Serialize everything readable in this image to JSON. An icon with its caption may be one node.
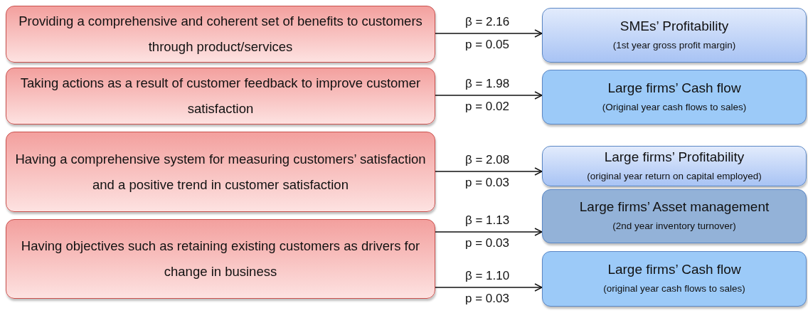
{
  "diagram": {
    "nodes": [
      {
        "text": [
          "Providing a comprehensive and coherent set of benefits to customers through product/services"
        ]
      },
      {
        "text": [
          "Taking actions as a result of customer feedback to improve customer satisfaction"
        ]
      },
      {
        "text": [
          "Having a comprehensive system for measuring customers’ satisfaction and a positive trend in customer satisfaction"
        ]
      },
      {
        "text": [
          "Having objectives such as retaining existing customers as drivers for change in business"
        ]
      },
      {
        "text": [
          "SMEs’ Profitability",
          "(1st year gross profit margin)"
        ]
      },
      {
        "text": [
          "Large firms’ Cash flow",
          "(Original year cash flows to sales)"
        ]
      },
      {
        "text": [
          "Large firms’ Profitability",
          "(original year return on capital employed)"
        ]
      },
      {
        "text": [
          "Large firms’ Asset management",
          "(2nd year inventory turnover)"
        ]
      },
      {
        "text": [
          "Large firms’ Cash flow",
          "(original year cash flows to sales)"
        ]
      }
    ],
    "edges": [
      {
        "from": 0,
        "to": 4,
        "arrow": "to",
        "label": "β = 2.16 p = 0.05"
      },
      {
        "from": 1,
        "to": 5,
        "arrow": "to",
        "label": "β = 1.98 p = 0.02"
      },
      {
        "from": 2,
        "to": 6,
        "arrow": "to",
        "label": "β = 2.08 p = 0.03"
      },
      {
        "from": 3,
        "to": 7,
        "arrow": "to",
        "label": "β = 1.13 p = 0.03"
      },
      {
        "from": 3,
        "to": 8,
        "arrow": "to",
        "label": "β = 1.10 p = 0.03"
      }
    ]
  }
}
